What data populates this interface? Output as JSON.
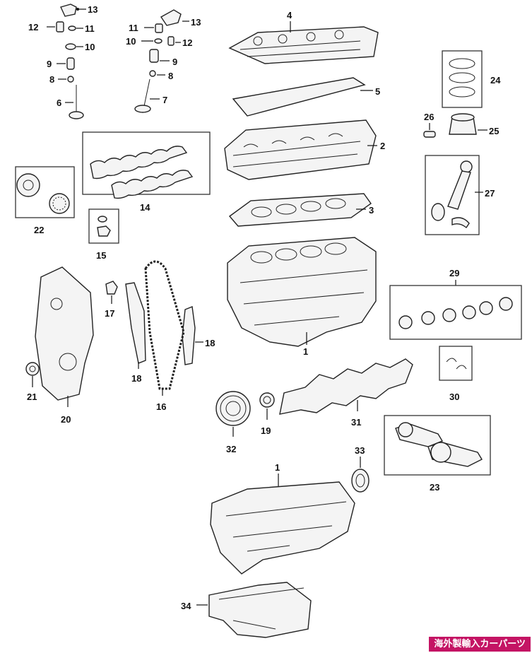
{
  "callouts": {
    "c1": "1",
    "c1b": "1",
    "c2": "2",
    "c3": "3",
    "c4": "4",
    "c5": "5",
    "c6": "6",
    "c7": "7",
    "c8a": "8",
    "c8b": "8",
    "c9a": "9",
    "c9b": "9",
    "c10a": "10",
    "c10b": "10",
    "c11a": "11",
    "c11b": "11",
    "c12a": "12",
    "c12b": "12",
    "c13a": "13",
    "c13b": "13",
    "c14": "14",
    "c15": "15",
    "c16": "16",
    "c17": "17",
    "c18a": "18",
    "c18b": "18",
    "c19": "19",
    "c20": "20",
    "c21": "21",
    "c22": "22",
    "c23": "23",
    "c24": "24",
    "c25": "25",
    "c26": "26",
    "c27": "27",
    "c29": "29",
    "c30": "30",
    "c31": "31",
    "c32": "32",
    "c33": "33",
    "c34": "34"
  },
  "watermark": "海外製輸入カーパーツ",
  "colors": {
    "line": "#222222",
    "watermark_bg": "#c41464"
  }
}
